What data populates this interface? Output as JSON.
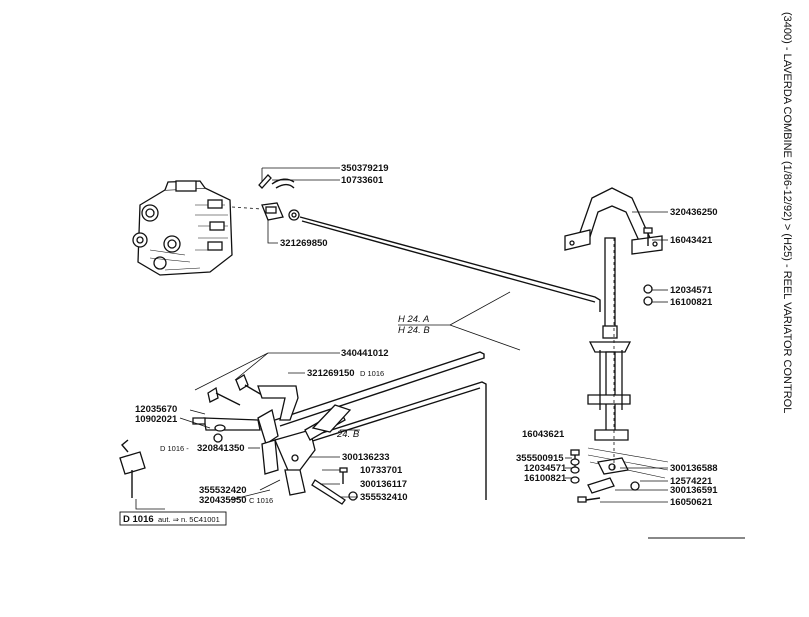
{
  "side_title": "(3400) - LAVERDA COMBINE (1/86-12/92) > (H25) - REEL VARIATOR CONTROL",
  "parts": [
    {
      "id": "p350379219",
      "label": "350379219"
    },
    {
      "id": "p10733601",
      "label": "10733601"
    },
    {
      "id": "p321269850",
      "label": "321269850"
    },
    {
      "id": "p320436250",
      "label": "320436250"
    },
    {
      "id": "p16043421",
      "label": "16043421"
    },
    {
      "id": "p12034571a",
      "label": "12034571"
    },
    {
      "id": "p16100821a",
      "label": "16100821"
    },
    {
      "id": "p340441012",
      "label": "340441012"
    },
    {
      "id": "p321269150",
      "label": "321269150"
    },
    {
      "id": "p12035670",
      "label": "12035670"
    },
    {
      "id": "p10902021",
      "label": "10902021"
    },
    {
      "id": "p320841350",
      "label": "320841350"
    },
    {
      "id": "p300136233",
      "label": "300136233"
    },
    {
      "id": "p10733701",
      "label": "10733701"
    },
    {
      "id": "p300136117",
      "label": "300136117"
    },
    {
      "id": "p355532420",
      "label": "355532420"
    },
    {
      "id": "p355532410",
      "label": "355532410"
    },
    {
      "id": "p320435950",
      "label": "320435950"
    },
    {
      "id": "p16043621",
      "label": "16043621"
    },
    {
      "id": "p355500915",
      "label": "355500915"
    },
    {
      "id": "p12034571b",
      "label": "12034571"
    },
    {
      "id": "p16100821b",
      "label": "16100821"
    },
    {
      "id": "p300136588",
      "label": "300136588"
    },
    {
      "id": "p12574221",
      "label": "12574221"
    },
    {
      "id": "p300136591",
      "label": "300136591"
    },
    {
      "id": "p16050621",
      "label": "16050621"
    }
  ],
  "callouts": {
    "d1016_a": "D 1016",
    "d1016_b": "D 1016 -",
    "c1016": "C 1016",
    "h24a": "H 24. A",
    "h24b": "H 24. B",
    "ref24b": "24. B"
  },
  "footnote": {
    "model": "D 1016",
    "text": "aut. ⇒ n. 5C41001"
  }
}
